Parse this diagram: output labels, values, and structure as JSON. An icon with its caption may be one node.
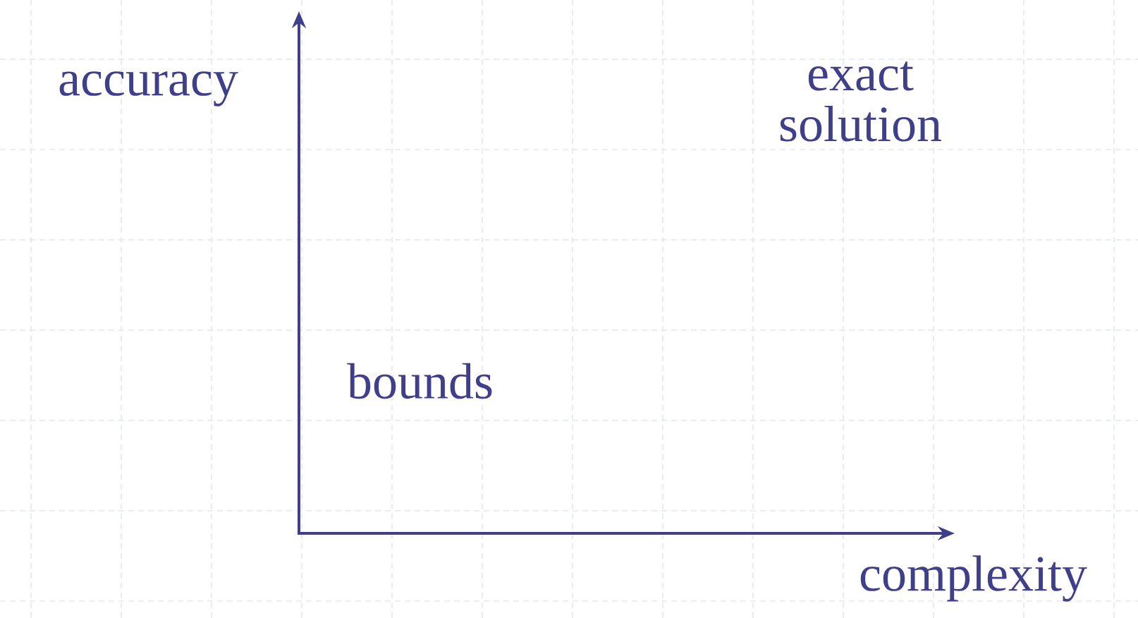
{
  "diagram": {
    "labels": [
      "accuracy",
      "exact solution",
      "bounds",
      "complexity"
    ]
  }
}
